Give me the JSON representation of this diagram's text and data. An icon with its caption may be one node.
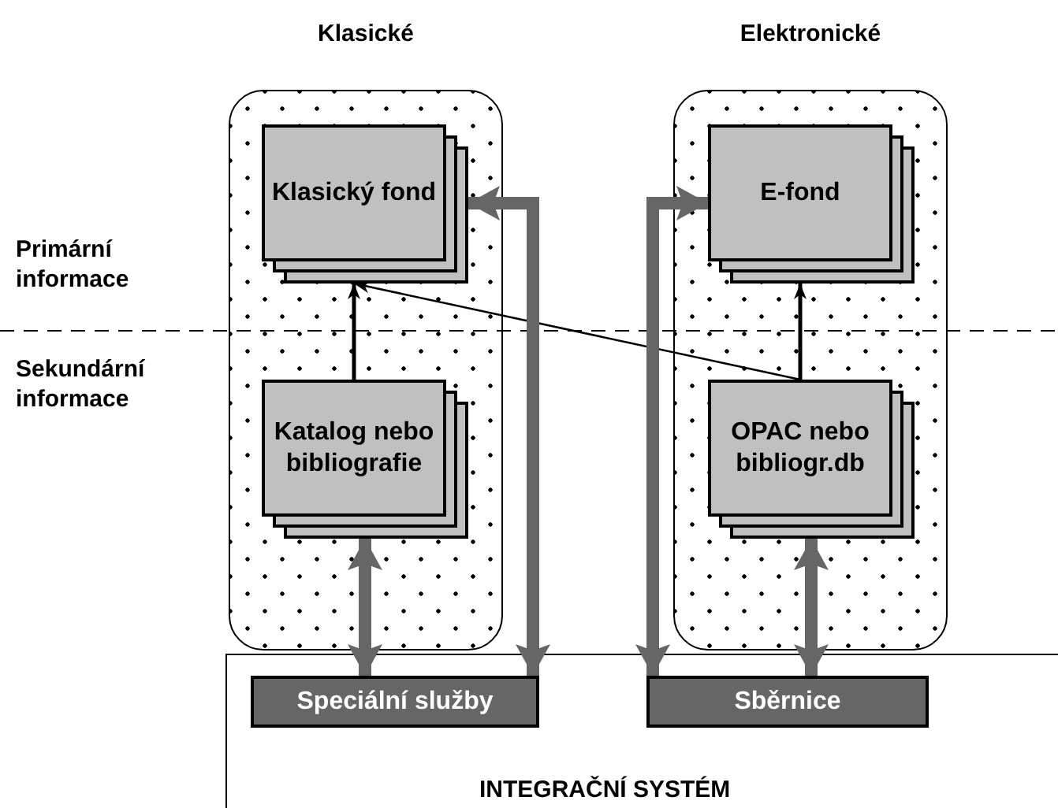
{
  "diagram": {
    "nodes": [
      {
        "text": [
          "Klasické"
        ]
      },
      {
        "text": [
          "Klasický fond"
        ],
        "in": 0
      },
      {
        "text": [
          "Katalog nebo bibliografie"
        ],
        "in": 0
      },
      {
        "text": [
          "Elektronické"
        ]
      },
      {
        "text": [
          "E-fond"
        ],
        "in": 3
      },
      {
        "text": [
          "OPAC nebo bibliogr.db"
        ],
        "in": 3
      },
      {
        "text": [
          "INTEGRAČNÍ SYSTÉM"
        ]
      },
      {
        "text": [
          "Speciální služby"
        ],
        "in": 6
      },
      {
        "text": [
          "Sběrnice"
        ],
        "in": 6
      }
    ],
    "edges": [
      {
        "from": 2,
        "to": 1,
        "arrow": "to",
        "color": "#000000"
      },
      {
        "from": 5,
        "to": 4,
        "arrow": "to",
        "color": "#000000"
      },
      {
        "from": 5,
        "to": 1,
        "arrow": "to",
        "color": "#000000"
      },
      {
        "from": 7,
        "to": 2,
        "arrow": "both"
      },
      {
        "from": 7,
        "to": 1,
        "arrow": "both"
      },
      {
        "from": 4,
        "to": 8,
        "arrow": "both"
      },
      {
        "from": 5,
        "to": 8,
        "arrow": "both"
      }
    ],
    "labels": [
      "Primární informace",
      "Sekundární informace"
    ]
  }
}
